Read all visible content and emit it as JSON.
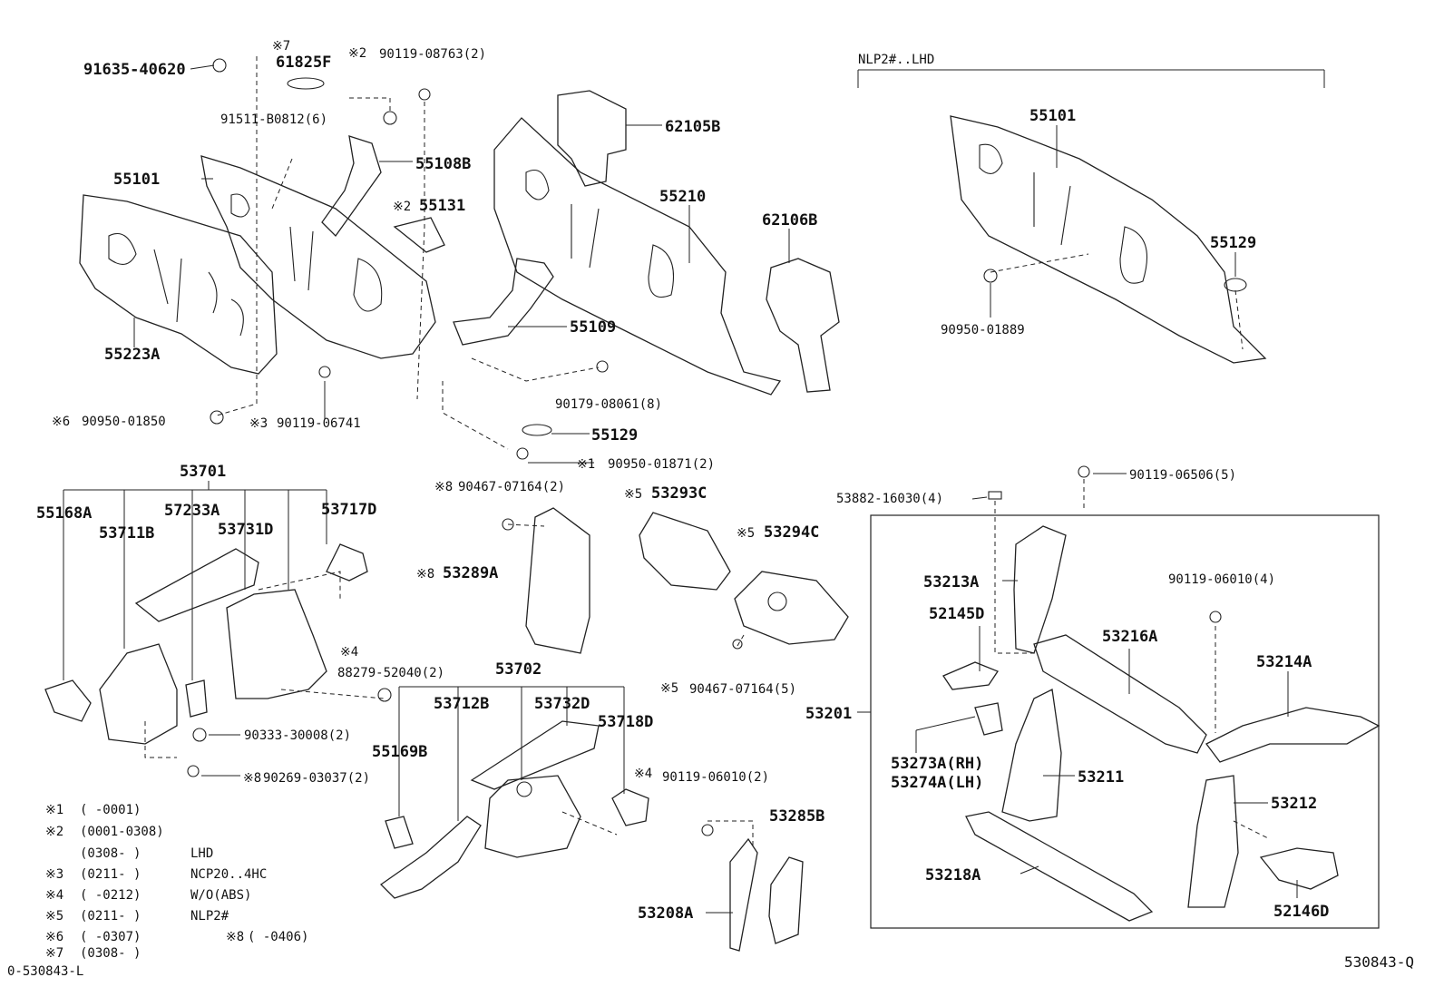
{
  "labels": {
    "p_91635_40620": "91635-40620",
    "p_61825F": "61825F",
    "mark_7a": "※7",
    "mark_2a": "※2",
    "p_90119_08763": "90119-08763(2)",
    "p_91511_B0812": "91511-B0812(6)",
    "p_55108B": "55108B",
    "p_55101_left": "55101",
    "mark_2b": "※2",
    "p_55131": "55131",
    "p_62105B": "62105B",
    "p_55210": "55210",
    "p_62106B": "62106B",
    "p_55223A": "55223A",
    "p_55109": "55109",
    "p_90179_08061": "90179-08061(8)",
    "mark_6": "※6",
    "p_90950_01850": "90950-01850",
    "mark_3a": "※3",
    "p_90119_06741": "90119-06741",
    "p_55129_left": "55129",
    "mark_1a": "※1",
    "p_90950_01871": "90950-01871(2)",
    "nlp2_header": "NLP2#..LHD",
    "p_55101_right": "55101",
    "p_55129_right": "55129",
    "p_90950_01889": "90950-01889",
    "p_53701": "53701",
    "p_55168A": "55168A",
    "p_57233A": "57233A",
    "p_53717D": "53717D",
    "p_53711B": "53711B",
    "p_53731D": "53731D",
    "mark_8a": "※8",
    "p_90467_07164_a": "90467-07164(2)",
    "mark_5a": "※5",
    "p_53293C": "53293C",
    "mark_5b": "※5",
    "p_53294C": "53294C",
    "mark_8b": "※8",
    "p_53289A": "53289A",
    "mark_4a": "※4",
    "p_88279_52040": "88279-52040(2)",
    "p_53702": "53702",
    "mark_5c": "※5",
    "p_90467_07164_b": "90467-07164(5)",
    "p_90333_30008": "90333-30008(2)",
    "p_53712B": "53712B",
    "p_53732D": "53732D",
    "p_53718D": "53718D",
    "p_55169B": "55169B",
    "mark_8c": "※8",
    "p_90269_03037": "90269-03037(2)",
    "mark_4b": "※4",
    "p_90119_06010_a": "90119-06010(2)",
    "p_53285B": "53285B",
    "p_53208A": "53208A",
    "p_90119_06506": "90119-06506(5)",
    "p_53882_16030": "53882-16030(4)",
    "p_53213A": "53213A",
    "p_90119_06010_b": "90119-06010(4)",
    "p_52145D": "52145D",
    "p_53216A": "53216A",
    "p_53214A": "53214A",
    "p_53201": "53201",
    "p_53273A": "53273A(RH)",
    "p_53274A": "53274A(LH)",
    "p_53211": "53211",
    "p_53212": "53212",
    "p_53218A": "53218A",
    "p_52146D": "52146D"
  },
  "notes": [
    {
      "mark": "※1",
      "range": "(      -0001)",
      "desc": ""
    },
    {
      "mark": "※2",
      "range": "(0001-0308)",
      "desc": ""
    },
    {
      "mark": "",
      "range": "(0308-      )",
      "desc": "LHD"
    },
    {
      "mark": "※3",
      "range": "(0211-      )",
      "desc": "NCP20..4HC"
    },
    {
      "mark": "※4",
      "range": "(      -0212)",
      "desc": "W/O(ABS)"
    },
    {
      "mark": "※5",
      "range": "(0211-      )",
      "desc": "NLP2#"
    },
    {
      "mark": "※6",
      "range": "(      -0307)",
      "desc": ""
    },
    {
      "mark": "※7",
      "range": "(0308-      )",
      "desc": ""
    }
  ],
  "note8": {
    "mark": "※8",
    "range": "(     -0406)"
  },
  "footer": {
    "ref_code": "0-530843-L",
    "diagram_id": "530843-Q"
  }
}
